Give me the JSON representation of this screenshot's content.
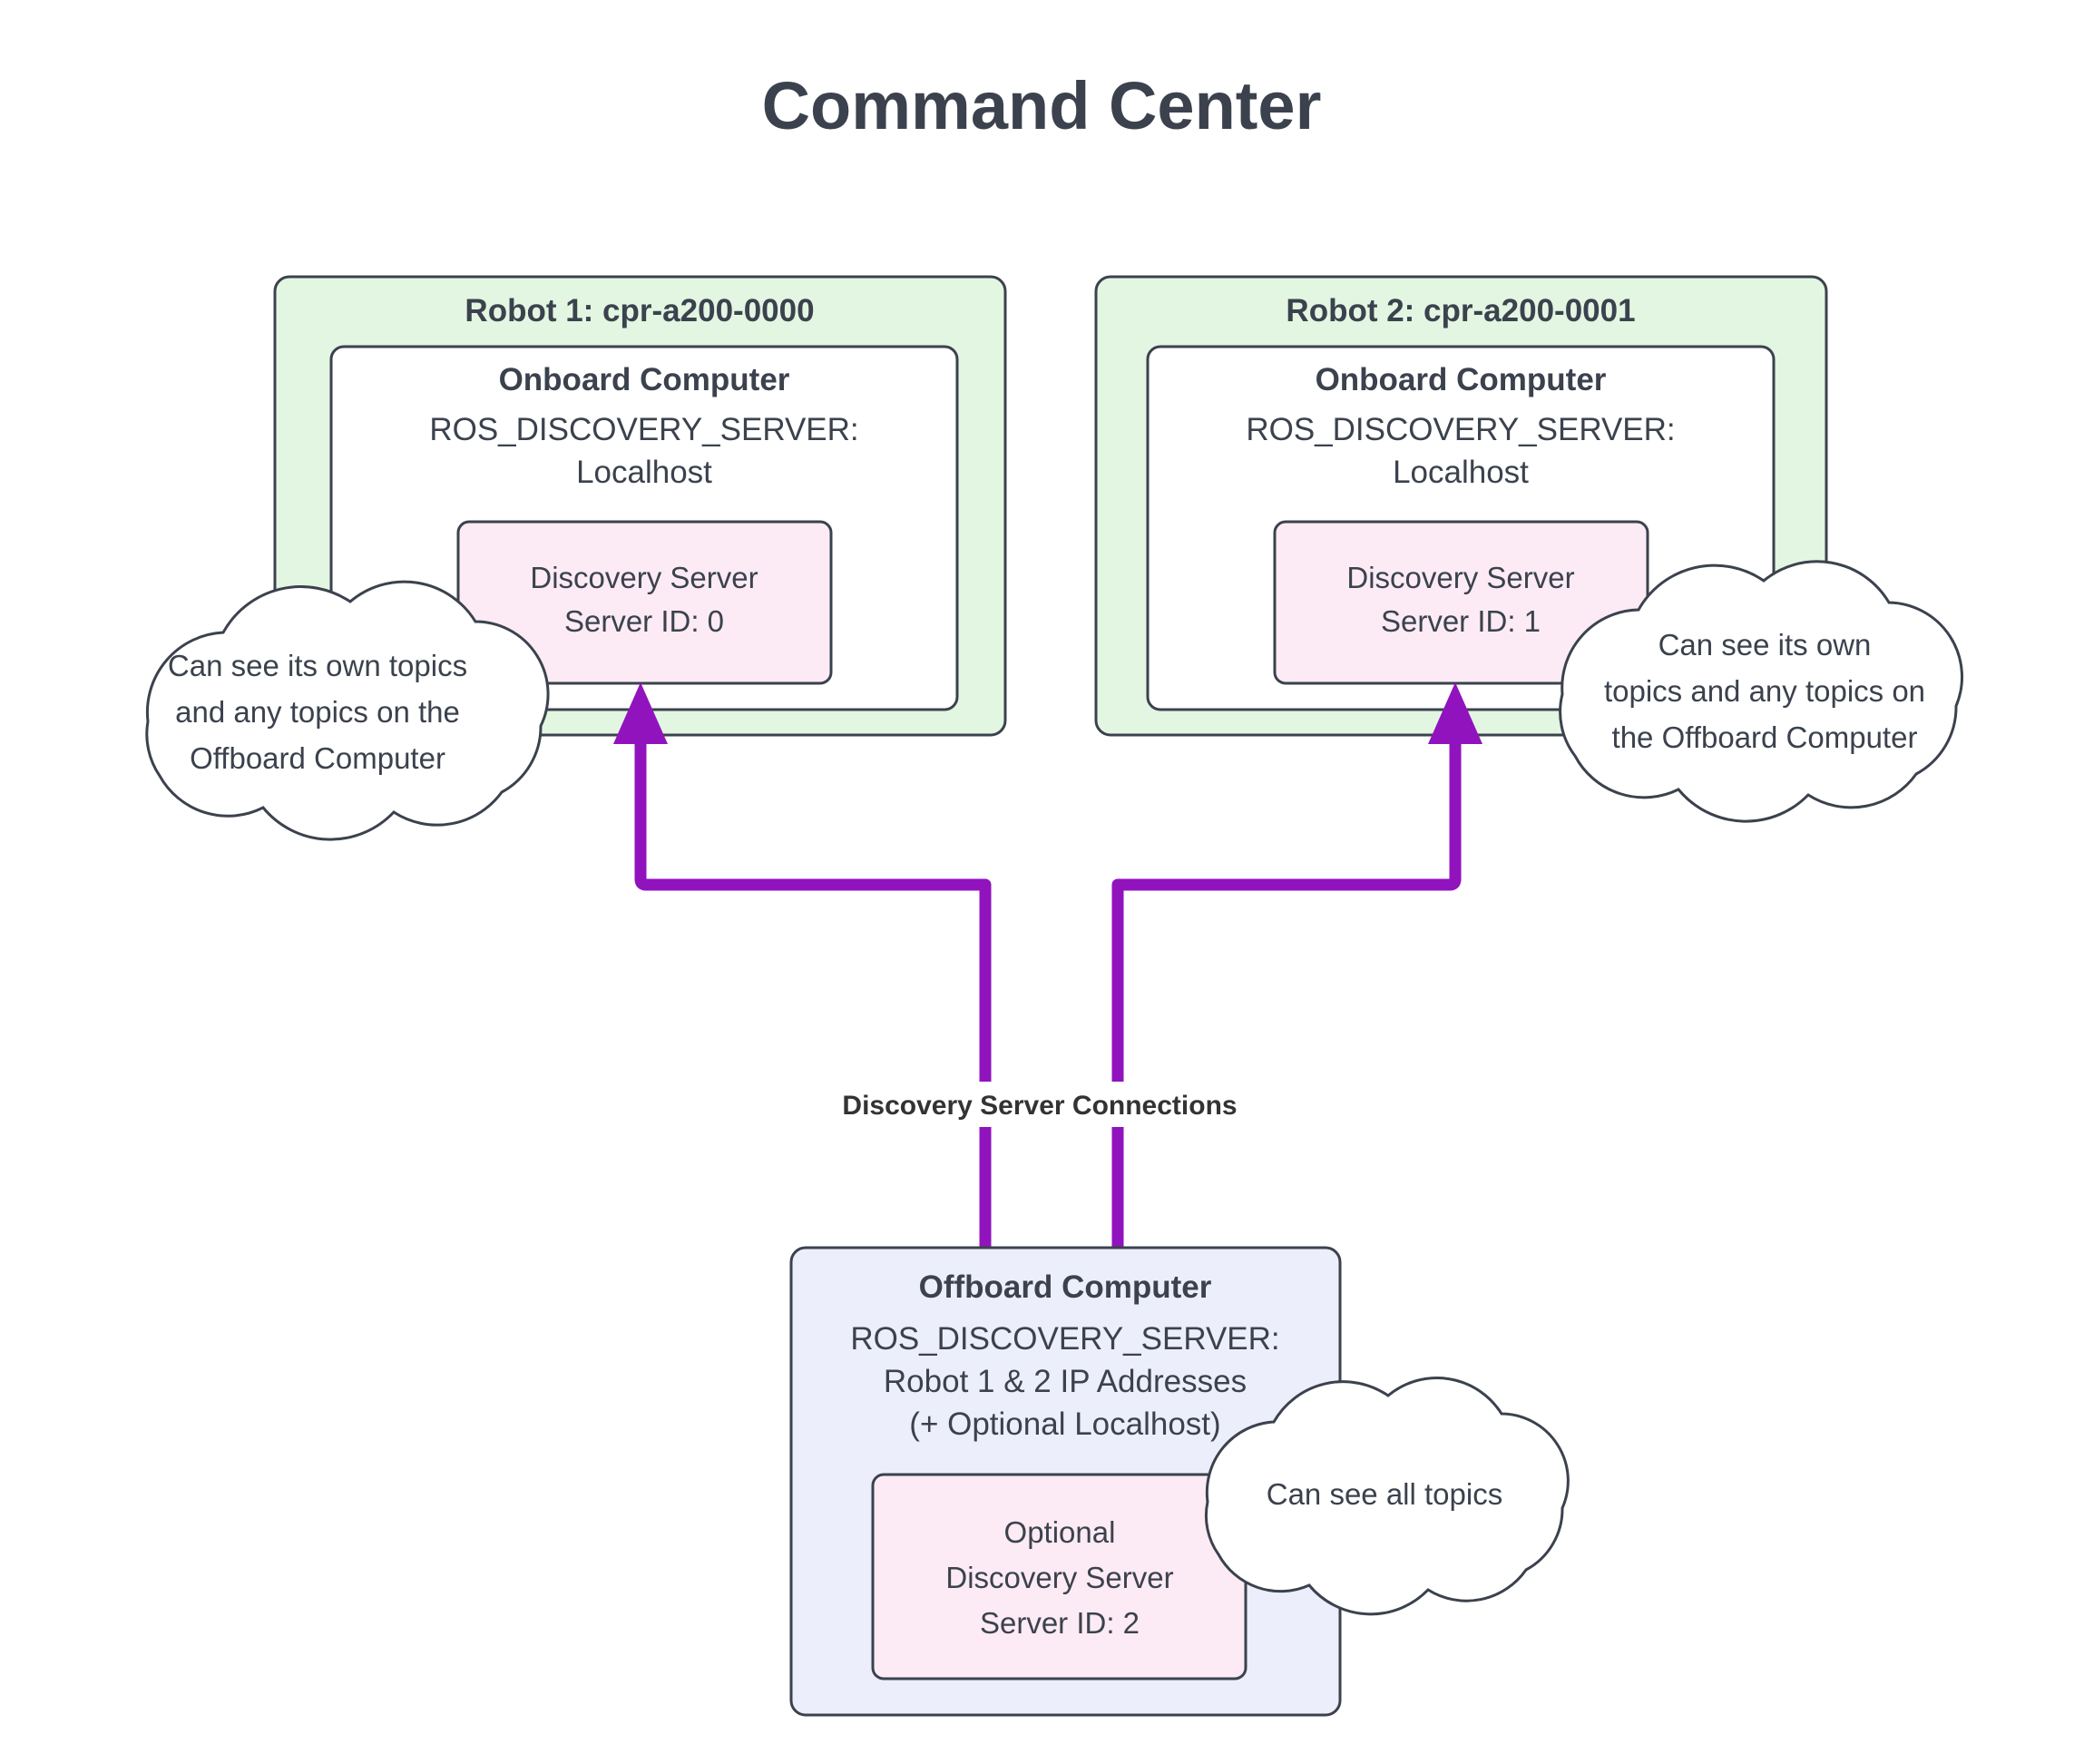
{
  "page": {
    "title": "Command Center",
    "background_color": "#ffffff",
    "text_color": "#3b424d"
  },
  "colors": {
    "robot_fill": "#e2f6e2",
    "onboard_fill": "#ffffff",
    "discovery_server_fill": "#fcebf4",
    "offboard_fill": "#edeefb",
    "border": "#3b424d",
    "connection": "#9113bd",
    "cloud_fill": "#ffffff"
  },
  "robots": [
    {
      "title": "Robot 1: cpr-a200-0000",
      "onboard": {
        "title": "Onboard Computer",
        "line1": "ROS_DISCOVERY_SERVER:",
        "line2": "Localhost"
      },
      "discovery_server": {
        "line1": "Discovery Server",
        "line2": "Server ID: 0"
      },
      "callout": {
        "line1": "Can see its own topics",
        "line2": "and any topics on the",
        "line3": "Offboard Computer"
      }
    },
    {
      "title": "Robot 2: cpr-a200-0001",
      "onboard": {
        "title": "Onboard Computer",
        "line1": "ROS_DISCOVERY_SERVER:",
        "line2": "Localhost"
      },
      "discovery_server": {
        "line1": "Discovery Server",
        "line2": "Server ID: 1"
      },
      "callout": {
        "line1": "Can see its own",
        "line2": "topics and any topics on",
        "line3": "the Offboard Computer"
      }
    }
  ],
  "offboard": {
    "title": "Offboard Computer",
    "line1": "ROS_DISCOVERY_SERVER:",
    "line2": "Robot 1 & 2 IP Addresses",
    "line3": "(+ Optional Localhost)",
    "discovery_server": {
      "line1": "Optional",
      "line2": "Discovery Server",
      "line3": "Server ID: 2"
    },
    "callout": {
      "line1": "Can see all topics"
    }
  },
  "connections": {
    "label": "Discovery Server Connections"
  }
}
